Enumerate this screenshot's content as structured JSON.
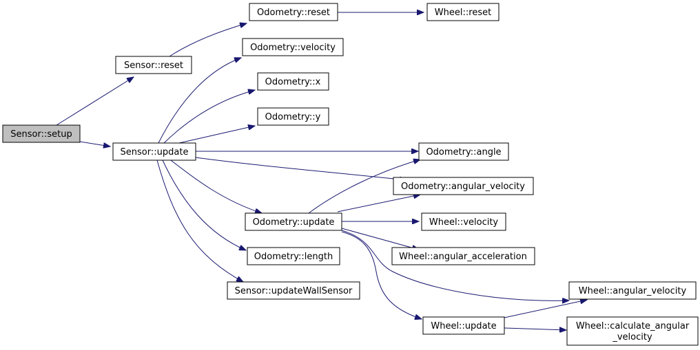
{
  "colors": {
    "edge": "#191970",
    "node_border": "#000000",
    "root_fill": "#bfbfbf",
    "node_fill": "#ffffff"
  },
  "nodes": {
    "sensor_setup": "Sensor::setup",
    "sensor_reset": "Sensor::reset",
    "sensor_update": "Sensor::update",
    "odometry_reset": "Odometry::reset",
    "wheel_reset": "Wheel::reset",
    "odometry_velocity": "Odometry::velocity",
    "odometry_x": "Odometry::x",
    "odometry_y": "Odometry::y",
    "odometry_angle": "Odometry::angle",
    "odometry_angular_velocity": "Odometry::angular_velocity",
    "odometry_update": "Odometry::update",
    "wheel_velocity": "Wheel::velocity",
    "wheel_angular_acceleration": "Wheel::angular_acceleration",
    "odometry_length": "Odometry::length",
    "sensor_update_wall_sensor": "Sensor::updateWallSensor",
    "wheel_angular_velocity": "Wheel::angular_velocity",
    "wheel_update": "Wheel::update",
    "wheel_calculate_angular_velocity_line1": "Wheel::calculate_angular",
    "wheel_calculate_angular_velocity_line2": "_velocity"
  },
  "edges": [
    {
      "from": "sensor_setup",
      "to": "sensor_reset"
    },
    {
      "from": "sensor_setup",
      "to": "sensor_update"
    },
    {
      "from": "sensor_reset",
      "to": "odometry_reset"
    },
    {
      "from": "odometry_reset",
      "to": "wheel_reset"
    },
    {
      "from": "sensor_update",
      "to": "odometry_velocity"
    },
    {
      "from": "sensor_update",
      "to": "odometry_x"
    },
    {
      "from": "sensor_update",
      "to": "odometry_y"
    },
    {
      "from": "sensor_update",
      "to": "odometry_angle"
    },
    {
      "from": "sensor_update",
      "to": "odometry_angular_velocity"
    },
    {
      "from": "sensor_update",
      "to": "odometry_update"
    },
    {
      "from": "sensor_update",
      "to": "odometry_length"
    },
    {
      "from": "sensor_update",
      "to": "sensor_update_wall_sensor"
    },
    {
      "from": "odometry_update",
      "to": "odometry_angle"
    },
    {
      "from": "odometry_update",
      "to": "odometry_angular_velocity"
    },
    {
      "from": "odometry_update",
      "to": "wheel_velocity"
    },
    {
      "from": "odometry_update",
      "to": "wheel_angular_acceleration"
    },
    {
      "from": "odometry_update",
      "to": "wheel_angular_velocity"
    },
    {
      "from": "odometry_update",
      "to": "wheel_update"
    },
    {
      "from": "wheel_update",
      "to": "wheel_angular_velocity"
    },
    {
      "from": "wheel_update",
      "to": "wheel_calculate_angular_velocity"
    }
  ]
}
